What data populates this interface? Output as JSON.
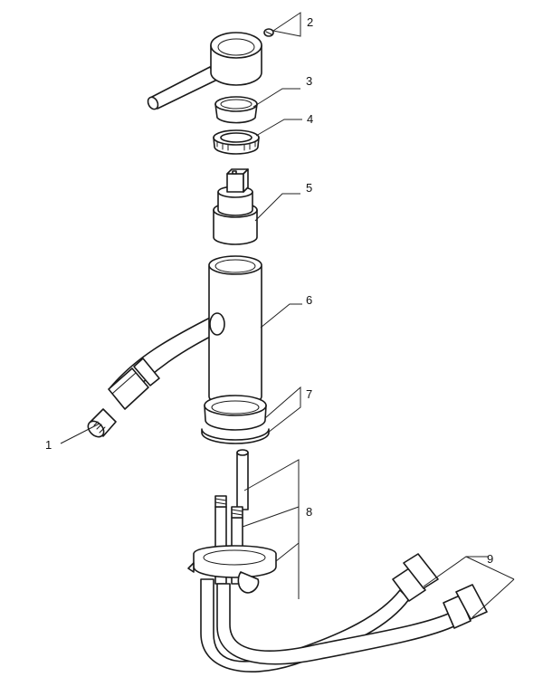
{
  "callouts": {
    "c1": "1",
    "c2": "2",
    "c3": "3",
    "c4": "4",
    "c5": "5",
    "c6": "6",
    "c7": "7",
    "c8": "8",
    "c9": "9"
  },
  "colors": {
    "ink": "#1a1a1a",
    "paper": "#ffffff"
  }
}
